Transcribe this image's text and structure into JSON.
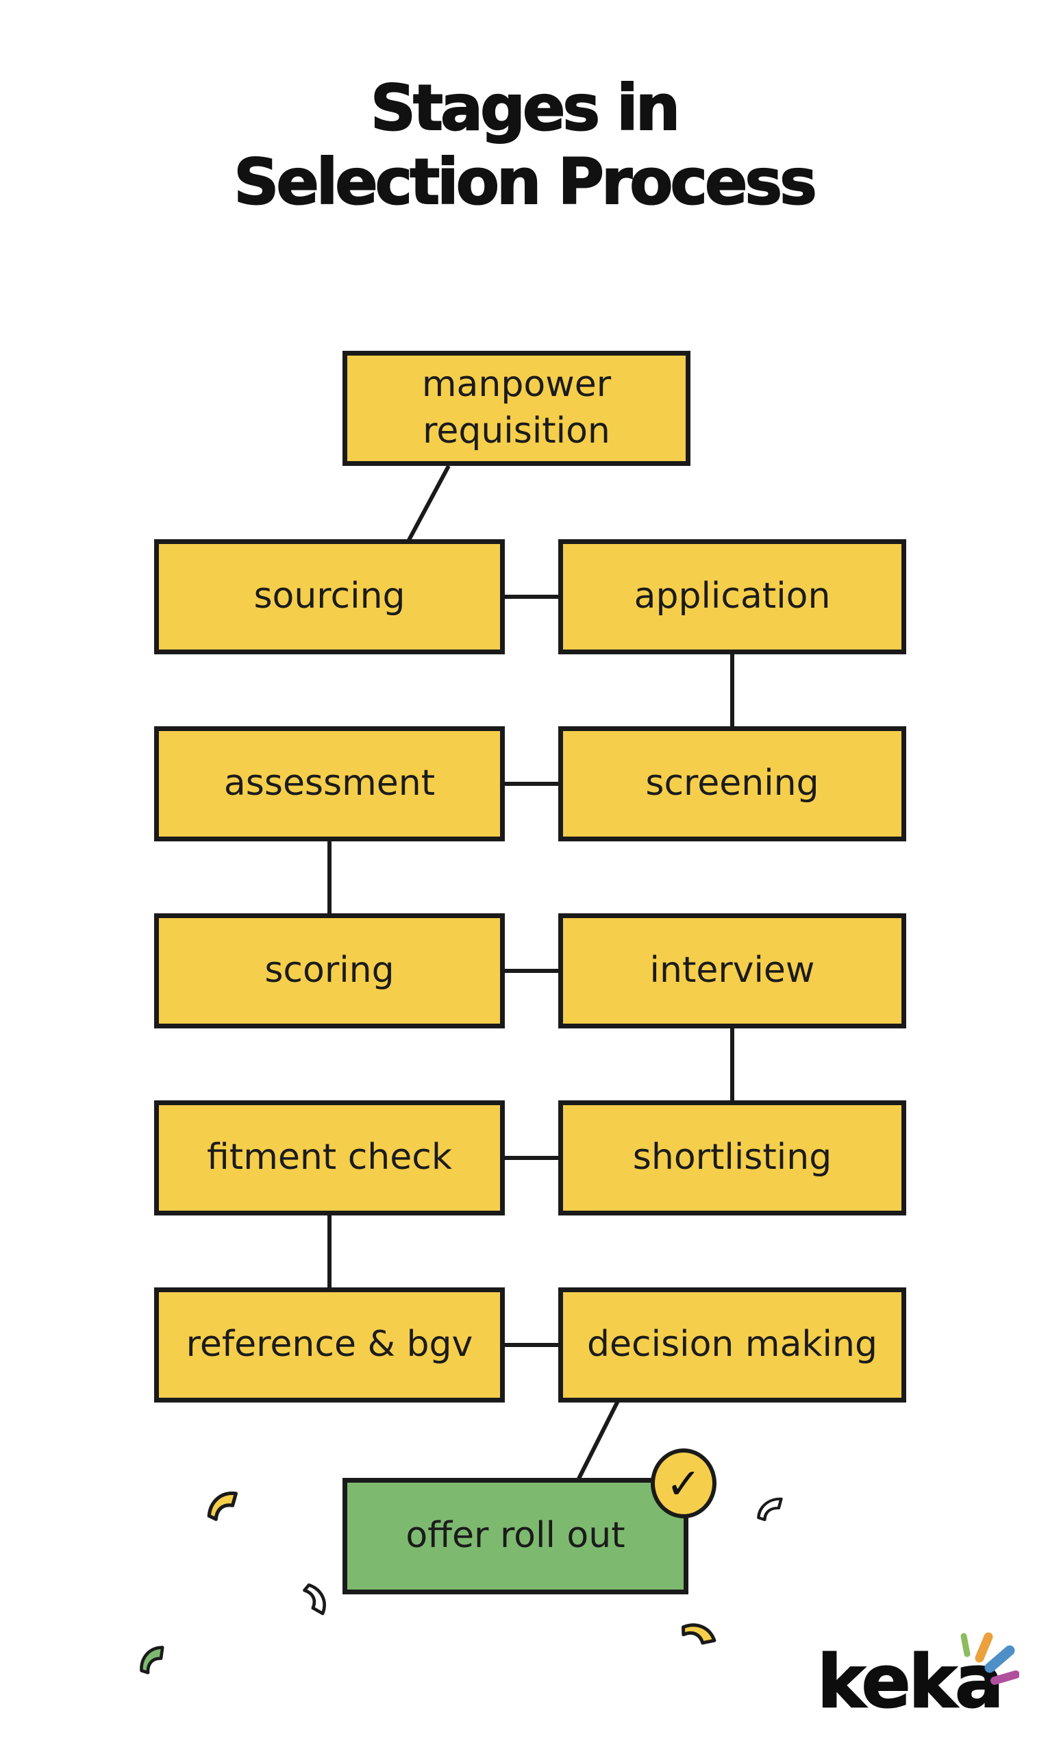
{
  "title": {
    "line1": "Stages in",
    "line2": "Selection Process"
  },
  "stages": {
    "start": "manpower requisition",
    "grid": [
      {
        "left": "sourcing",
        "right": "application"
      },
      {
        "left": "assessment",
        "right": "screening"
      },
      {
        "left": "scoring",
        "right": "interview"
      },
      {
        "left": "fitment check",
        "right": "shortlisting"
      },
      {
        "left": "reference & bgv",
        "right": "decision making"
      }
    ],
    "final": "offer roll out"
  },
  "connections": [
    [
      "manpower requisition",
      "sourcing"
    ],
    [
      "sourcing",
      "application"
    ],
    [
      "application",
      "screening"
    ],
    [
      "screening",
      "assessment"
    ],
    [
      "assessment",
      "scoring"
    ],
    [
      "scoring",
      "interview"
    ],
    [
      "interview",
      "shortlisting"
    ],
    [
      "shortlisting",
      "fitment check"
    ],
    [
      "fitment check",
      "reference & bgv"
    ],
    [
      "reference & bgv",
      "decision making"
    ],
    [
      "decision making",
      "offer roll out"
    ]
  ],
  "badge": {
    "check": "✓"
  },
  "logo": {
    "text": "keka"
  },
  "colors": {
    "background": "#FFFFFF",
    "yellow": "#F5CE4B",
    "green": "#7DBA6F",
    "outline": "#1A1A1A",
    "sparkle-green": "#8CBC5E",
    "sparkle-orange": "#EBA23C",
    "sparkle-blue": "#4E8FC8",
    "sparkle-purple": "#B0509C"
  }
}
